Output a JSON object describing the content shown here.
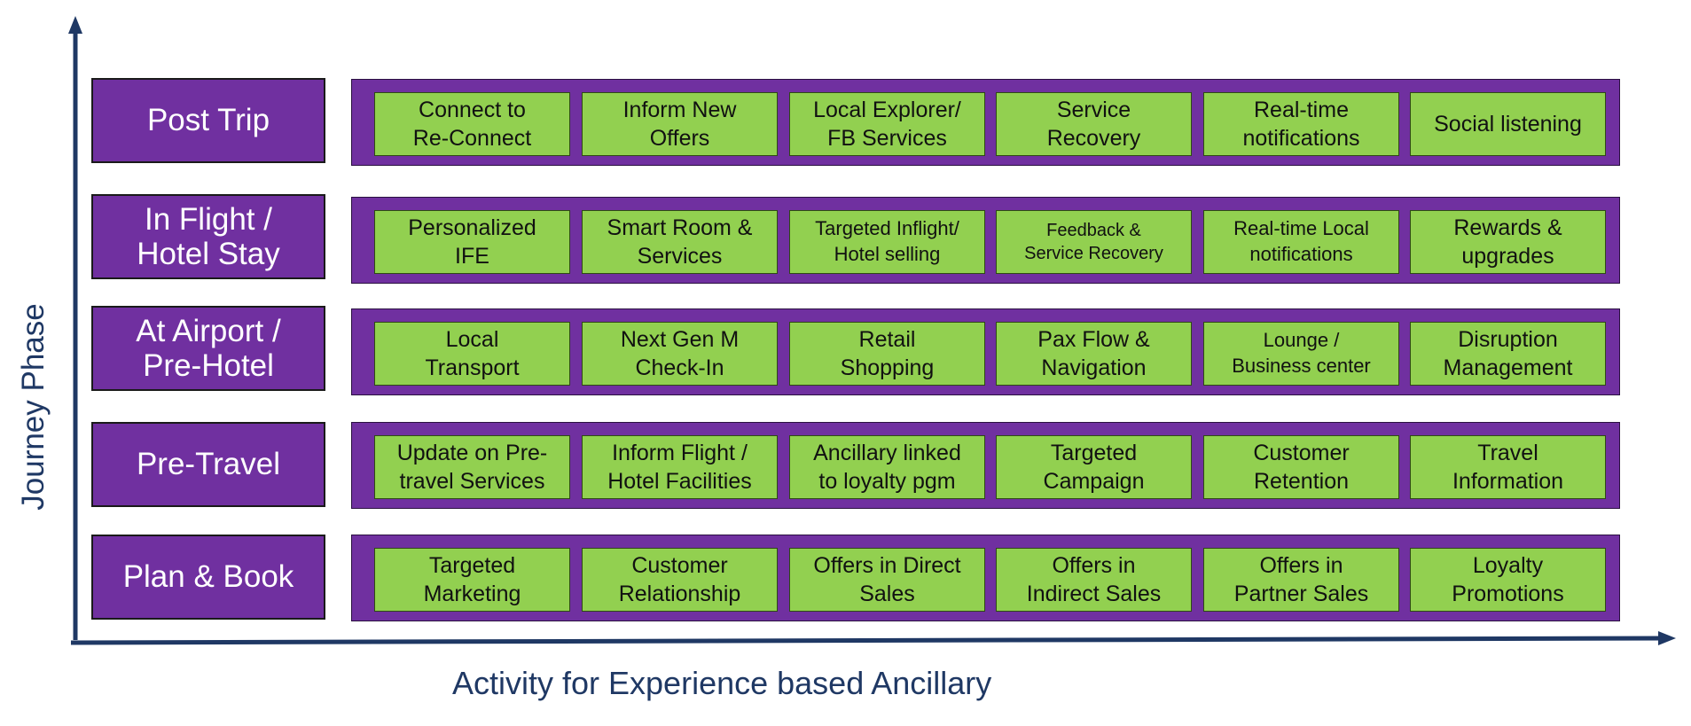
{
  "axes": {
    "y_label": "Journey Phase",
    "x_label": "Activity for Experience based Ancillary",
    "color": "#1f3864"
  },
  "colors": {
    "phase": "#7030a0",
    "activity": "#92d050"
  },
  "rows": [
    {
      "phase": "Post Trip",
      "activities": [
        "Connect to\nRe-Connect",
        "Inform New\nOffers",
        "Local Explorer/\nFB Services",
        "Service\nRecovery",
        "Real-time\nnotifications",
        "Social listening"
      ]
    },
    {
      "phase": "In Flight /\nHotel Stay",
      "activities": [
        "Personalized\nIFE",
        "Smart Room &\nServices",
        "Targeted Inflight/\nHotel selling",
        "Feedback &\nService Recovery",
        "Real-time Local\nnotifications",
        "Rewards &\nupgrades"
      ]
    },
    {
      "phase": "At Airport /\nPre-Hotel",
      "activities": [
        "Local\nTransport",
        "Next Gen M\nCheck-In",
        "Retail\nShopping",
        "Pax Flow &\nNavigation",
        "Lounge /\nBusiness center",
        "Disruption\nManagement"
      ]
    },
    {
      "phase": "Pre-Travel",
      "activities": [
        "Update on Pre-\ntravel Services",
        "Inform Flight /\nHotel Facilities",
        "Ancillary linked\nto loyalty pgm",
        "Targeted\nCampaign",
        "Customer\nRetention",
        "Travel\nInformation"
      ]
    },
    {
      "phase": "Plan & Book",
      "activities": [
        "Targeted\nMarketing",
        "Customer\nRelationship",
        "Offers in Direct\nSales",
        "Offers in\nIndirect Sales",
        "Offers in\nPartner Sales",
        "Loyalty\nPromotions"
      ]
    }
  ]
}
